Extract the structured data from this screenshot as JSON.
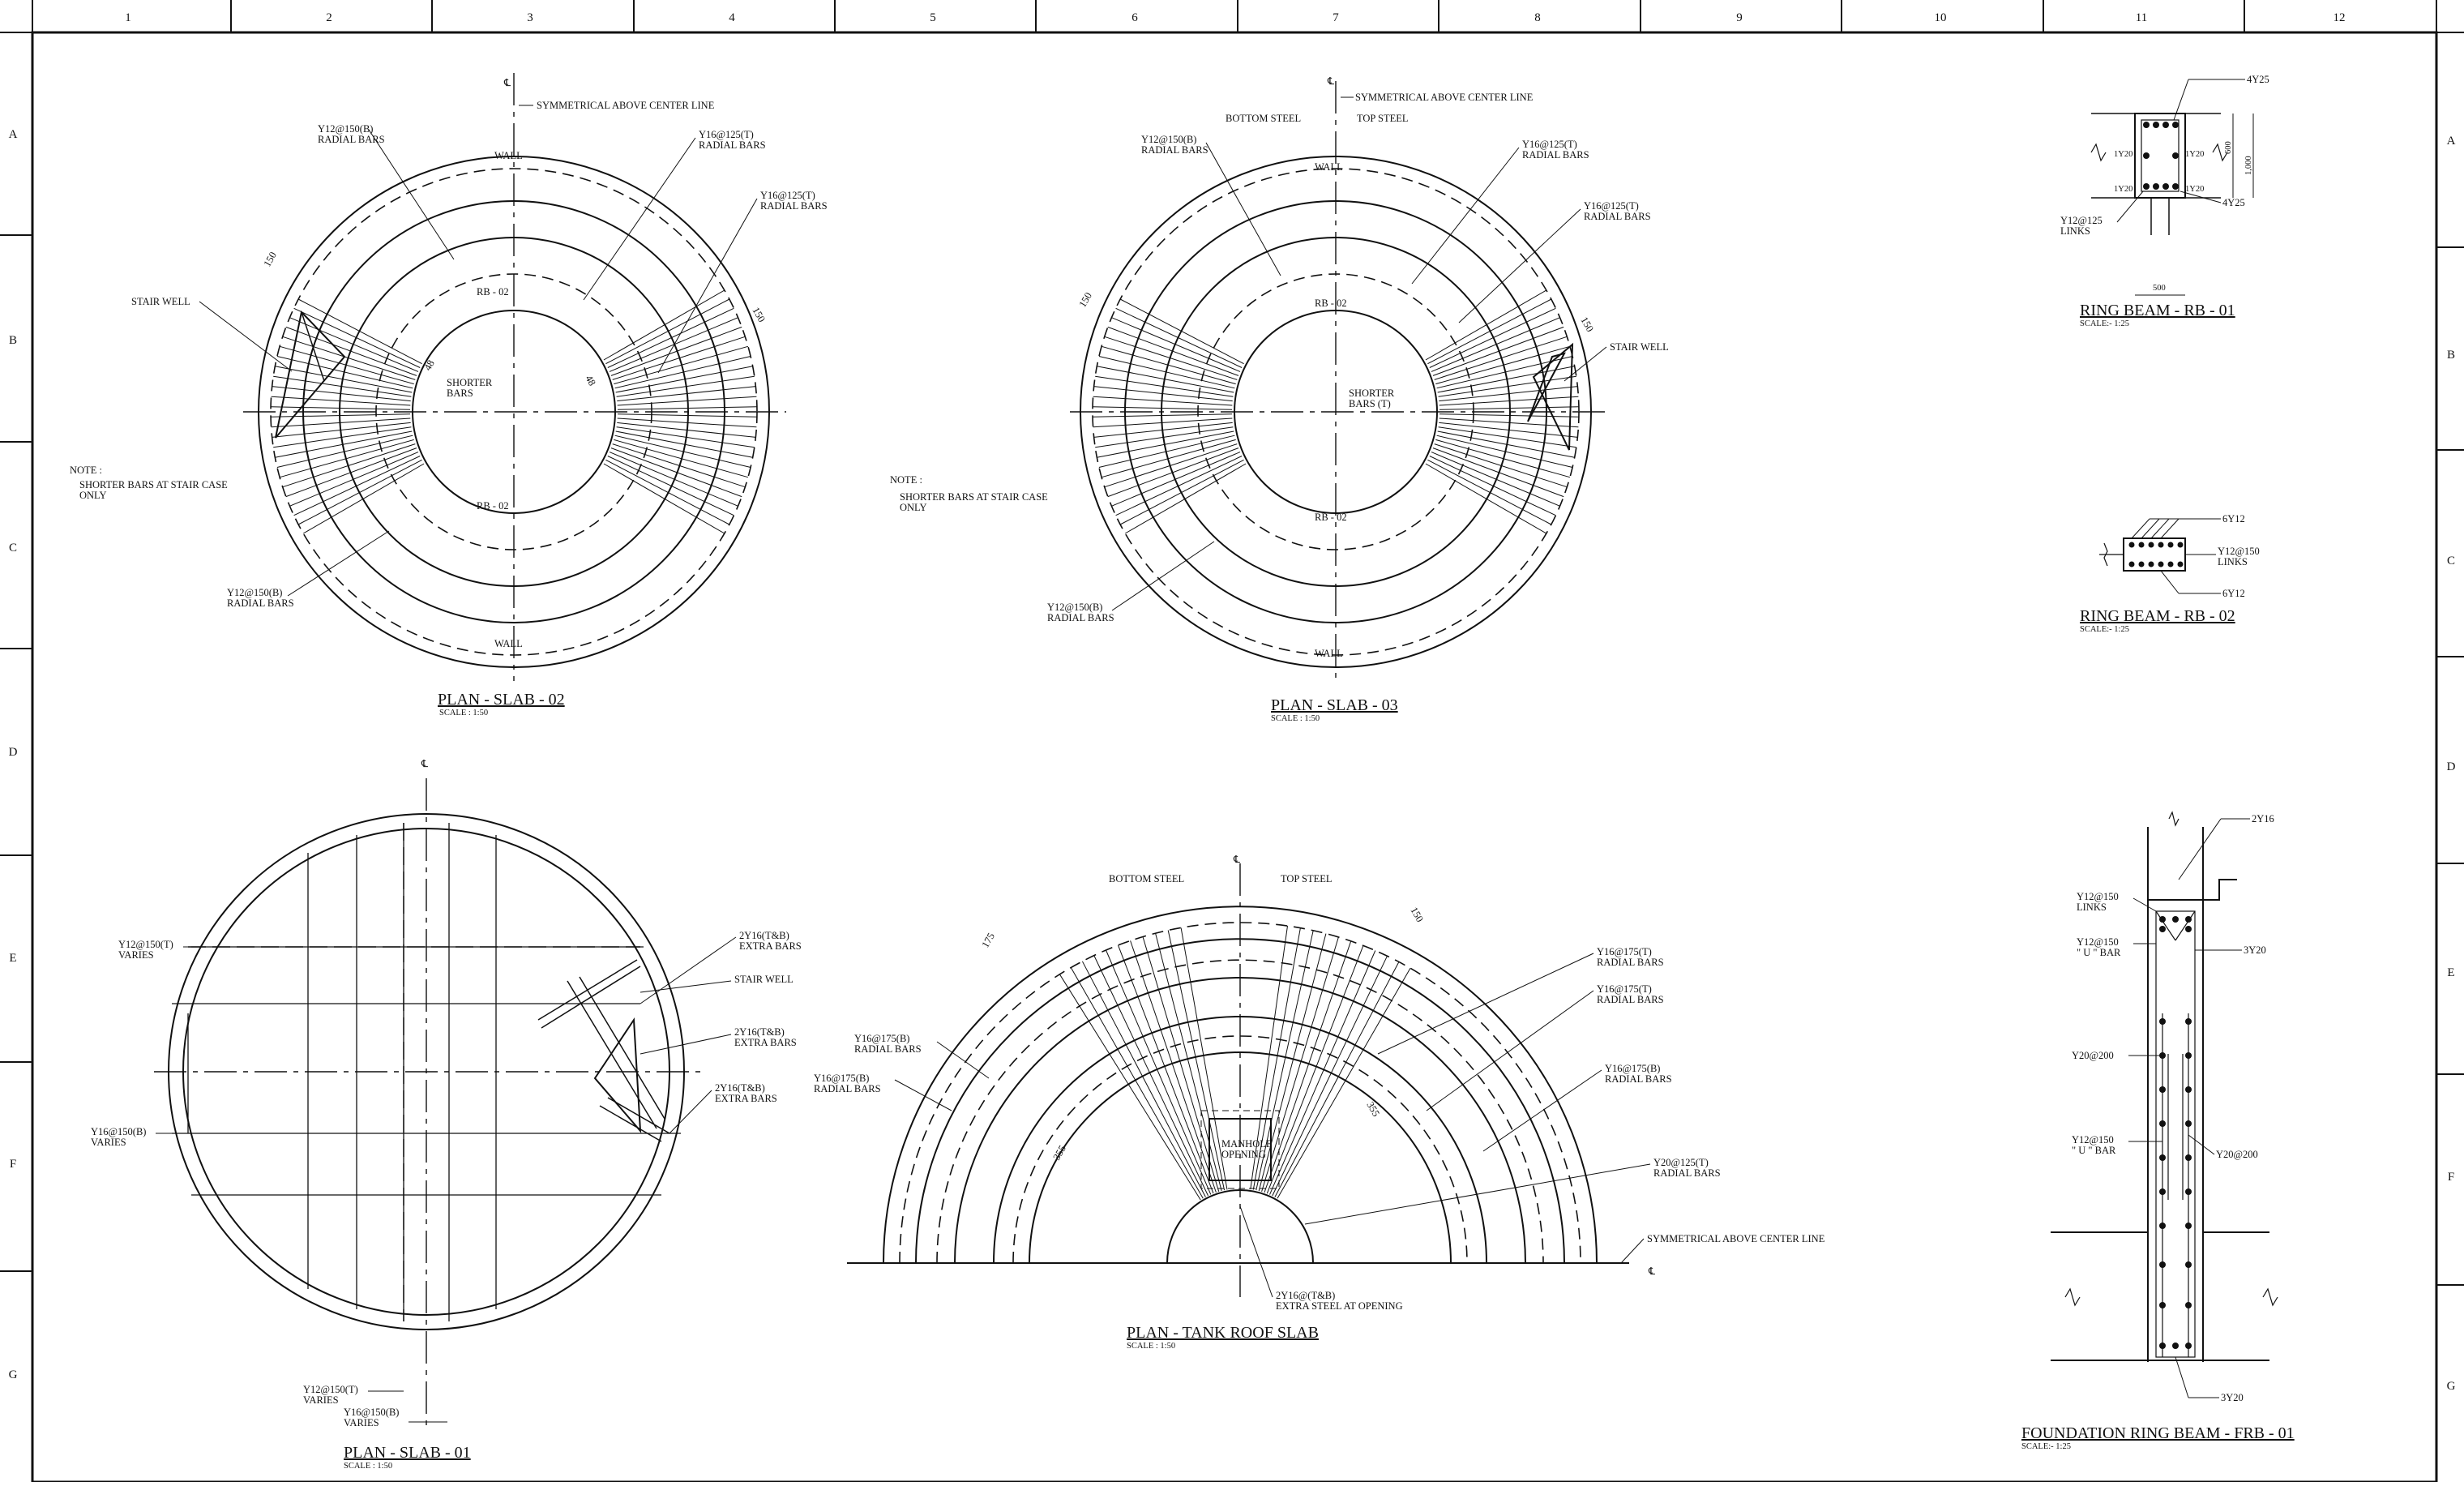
{
  "grid": {
    "columns": [
      "1",
      "2",
      "3",
      "4",
      "5",
      "6",
      "7",
      "8",
      "9",
      "10",
      "11",
      "12"
    ],
    "rows": [
      "A",
      "B",
      "C",
      "D",
      "E",
      "F",
      "G"
    ]
  },
  "common": {
    "centerline": "℄",
    "symmetrical": "SYMMETRICAL ABOVE CENTER LINE",
    "bottom_steel": "BOTTOM STEEL",
    "top_steel": "TOP STEEL",
    "wall": "WALL",
    "stair_well": "STAIR WELL",
    "note_title": "NOTE :",
    "note_line1": "SHORTER BARS AT STAIR CASE",
    "note_line2": "ONLY"
  },
  "slab02": {
    "title": "PLAN -  SLAB - 02",
    "scale": "SCALE : 1:50",
    "y12_bot": "Y12@150(B)",
    "radial": "RADIAL BARS",
    "y16_top": "Y16@125(T)",
    "rb": "RB - 02",
    "shorter": "SHORTER",
    "bars": "BARS",
    "dim_150": "150",
    "dim_48": "48"
  },
  "slab03": {
    "title": "PLAN -  SLAB - 03",
    "scale": "SCALE : 1:50",
    "y12_bot": "Y12@150(B)",
    "radial": "RADIAL BARS",
    "y16_top": "Y16@125(T)",
    "rb": "RB - 02",
    "shorter": "SHORTER",
    "bars_t": "BARS (T)",
    "dim_150": "150"
  },
  "slab01": {
    "title": "PLAN -  SLAB - 01",
    "scale": "SCALE : 1:50",
    "y12_top": "Y12@150(T)",
    "varies": "VARIES",
    "y16_bot": "Y16@150(B)",
    "extra_2y16": "2Y16(T&B)",
    "extra_bars": "EXTRA BARS"
  },
  "roof": {
    "title": "PLAN - TANK ROOF SLAB",
    "scale": "SCALE : 1:50",
    "y16_175_t": "Y16@175(T)",
    "y16_175_b": "Y16@175(B)",
    "y20_125_t": "Y20@125(T)",
    "radial": "RADIAL BARS",
    "manhole1": "MANHOLE",
    "manhole2": "OPENING",
    "opening1": "2Y16@(T&B)",
    "opening2": "EXTRA STEEL AT OPENING",
    "dim_175": "175",
    "dim_150": "150",
    "dim_355": "355"
  },
  "rb01": {
    "title": "RING BEAM - RB - 01",
    "scale": "SCALE:- 1:25",
    "bars_top": "4Y25",
    "bars_bot": "4Y25",
    "side": "1Y20",
    "links1": "Y12@125",
    "links2": "LINKS",
    "dim_600": "600",
    "dim_1000": "1,000",
    "dim_500": "500"
  },
  "rb02": {
    "title": "RING BEAM - RB - 02",
    "scale": "SCALE:- 1:25",
    "bars": "6Y12",
    "links1": "Y12@150",
    "links2": "LINKS"
  },
  "frb01": {
    "title": "FOUNDATION RING BEAM - FRB - 01",
    "scale": "SCALE:- 1:25",
    "top_bars": "2Y16",
    "links1": "Y12@150",
    "links2": "LINKS",
    "u1": "Y12@150",
    "u2": "\" U \" BAR",
    "y20_3": "3Y20",
    "y20_200": "Y20@200"
  },
  "colors": {
    "ink": "#111111",
    "paper": "#ffffff"
  }
}
